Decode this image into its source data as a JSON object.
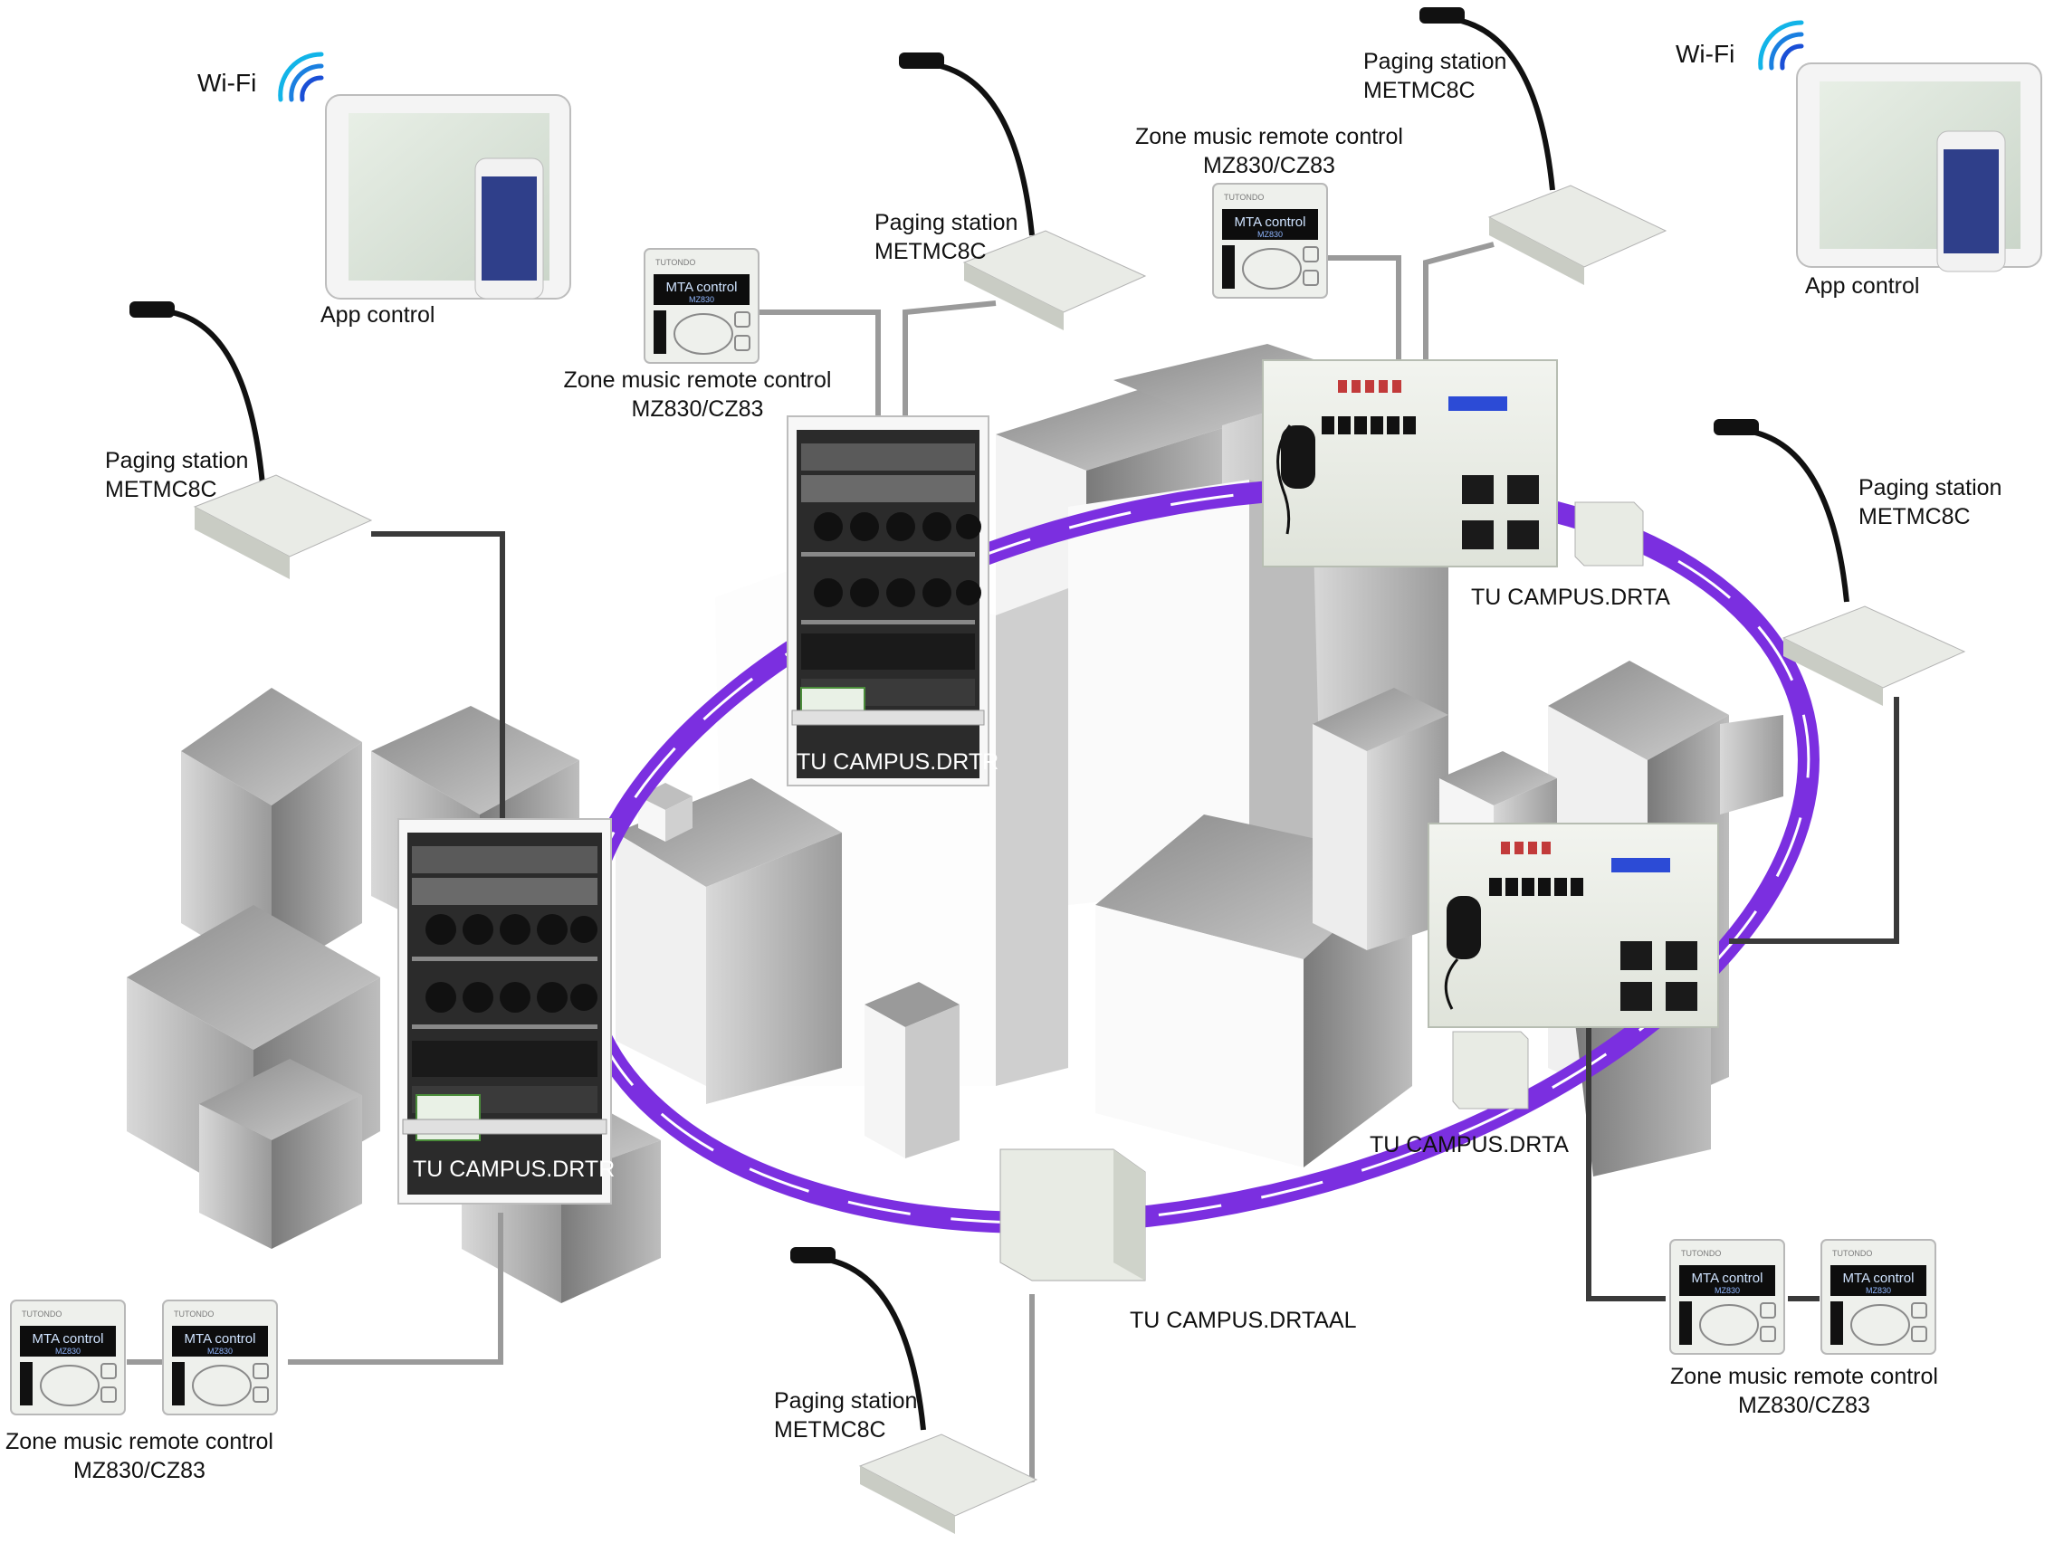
{
  "labels": {
    "wifi_left": "Wi-Fi",
    "wifi_right": "Wi-Fi",
    "app_left": "App control",
    "app_right": "App control",
    "paging_top_center": {
      "line1": "Paging station",
      "line2": "METMC8C"
    },
    "paging_top_right": {
      "line1": "Paging station",
      "line2": "METMC8C"
    },
    "paging_left": {
      "line1": "Paging station",
      "line2": "METMC8C"
    },
    "paging_right": {
      "line1": "Paging station",
      "line2": "METMC8C"
    },
    "paging_bottom": {
      "line1": "Paging station",
      "line2": "METMC8C"
    },
    "zone_top_center": {
      "line1": "Zone music remote control",
      "line2": "MZ830/CZ83"
    },
    "zone_top_right": {
      "line1": "Zone music remote control",
      "line2": "MZ830/CZ83"
    },
    "zone_bottom_left": {
      "line1": "Zone music remote control",
      "line2": "MZ830/CZ83"
    },
    "zone_bottom_right": {
      "line1": "Zone music remote control",
      "line2": "MZ830/CZ83"
    },
    "rack_center": "TU CAMPUS.DRTR",
    "rack_left": "TU CAMPUS.DRTR",
    "drta_top": "TU CAMPUS.DRTA",
    "drta_bottom": "TU CAMPUS.DRTA",
    "drtaal": "TU CAMPUS.DRTAAL"
  },
  "device_text": {
    "mta": "MTA control",
    "mz": "MZ830",
    "brand": "TUTONDO"
  },
  "colors": {
    "ring": "#7b2fe0",
    "cable": "#9a9a9a",
    "cable_dark": "#3a3a3a",
    "rack": "#2b2b2b"
  }
}
